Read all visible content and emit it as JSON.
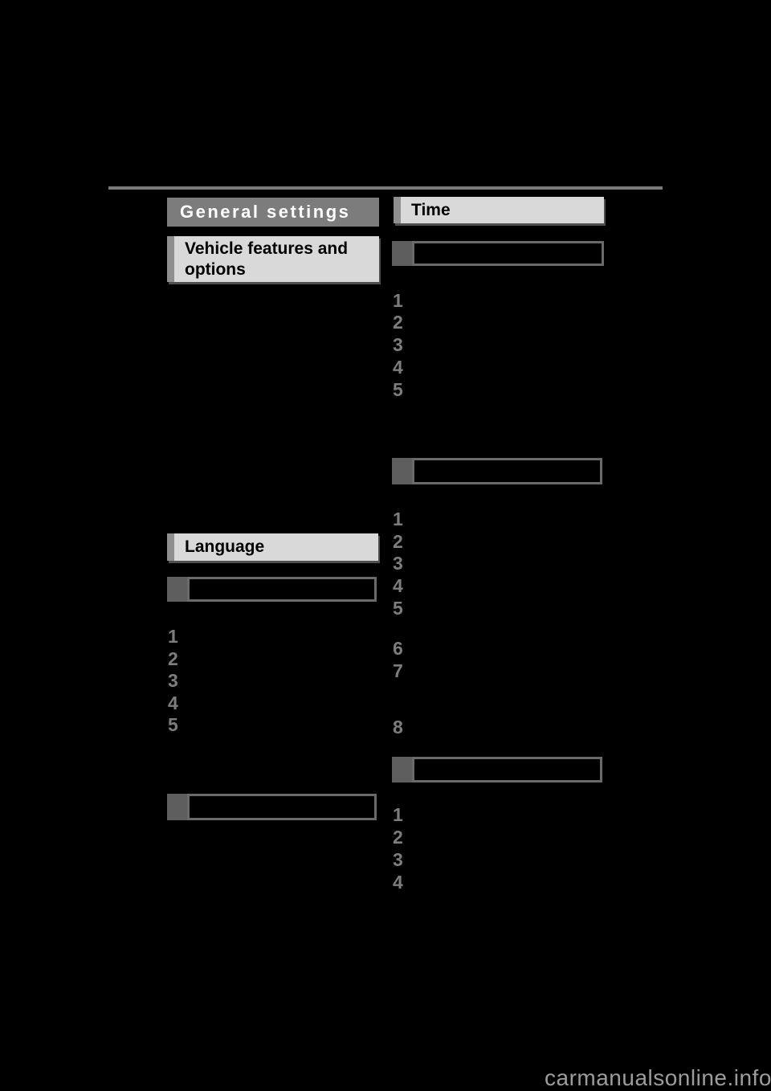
{
  "page": {
    "background_color": "#000000",
    "divider_color": "#7a7a7a",
    "watermark": "carmanualsonline.info"
  },
  "left_column": {
    "section_heading": "General settings",
    "subsection_heading": "Vehicle features and options",
    "language_heading": "Language",
    "language_step_numbers": [
      "1",
      "2",
      "3",
      "4",
      "5"
    ]
  },
  "right_column": {
    "section_heading": "Time",
    "group1_step_numbers": [
      "1",
      "2",
      "3",
      "4",
      "5"
    ],
    "group2_step_numbers": [
      "1",
      "2",
      "3",
      "4",
      "5",
      "6",
      "7",
      "8"
    ],
    "group3_step_numbers": [
      "1",
      "2",
      "3",
      "4"
    ]
  },
  "colors": {
    "primary_heading_bg": "#7c7c7c",
    "primary_heading_text": "#ffffff",
    "secondary_heading_bg": "#d9d9d9",
    "secondary_heading_accent": "#8f8f8f",
    "secondary_heading_text": "#000000",
    "step_box_square": "#5e5e5e",
    "step_box_border": "#6a6a6a",
    "step_number": "#7d7d7d",
    "watermark_text": "#9c9c9c"
  }
}
